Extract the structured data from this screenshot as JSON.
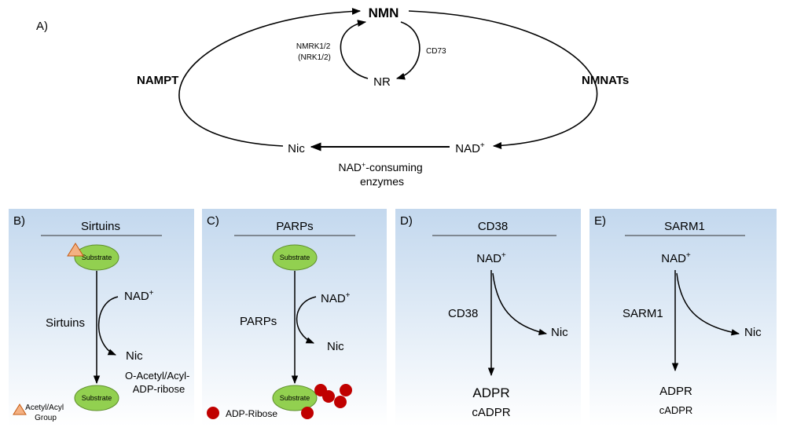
{
  "colors": {
    "panel_top": "#c3d8ee",
    "panel_bottom": "#ffffff",
    "substrate_fill": "#92d050",
    "substrate_stroke": "#5e8f2c",
    "adp_ribose": "#c00000",
    "acetyl": "#f4b183"
  },
  "top": {
    "label": "A)",
    "nmn": "NMN",
    "nr": "NR",
    "nic": "Nic",
    "nad_base": "NAD",
    "nad_sup": "+",
    "nampt": "NAMPT",
    "nmnats": "NMNATs",
    "nmrk_line1": "NMRK1/2",
    "nmrk_line2": "(NRK1/2)",
    "cd73": "CD73",
    "consuming_base": "NAD",
    "consuming_sup": "+",
    "consuming_rest": "-consuming",
    "consuming_line2": "enzymes"
  },
  "panel_b": {
    "label": "B)",
    "title": "Sirtuins",
    "substrate": "Substrate",
    "nad_base": "NAD",
    "nad_sup": "+",
    "enzyme": "Sirtuins",
    "nic": "Nic",
    "product_line1": "O-Acetyl/Acyl-",
    "product_line2": "ADP-ribose",
    "legend_line1": "Acetyl/Acyl",
    "legend_line2": "Group"
  },
  "panel_c": {
    "label": "C)",
    "title": "PARPs",
    "substrate": "Substrate",
    "nad_base": "NAD",
    "nad_sup": "+",
    "enzyme": "PARPs",
    "nic": "Nic",
    "legend": "ADP-Ribose"
  },
  "panel_d": {
    "label": "D)",
    "title": "CD38",
    "nad_base": "NAD",
    "nad_sup": "+",
    "enzyme": "CD38",
    "nic": "Nic",
    "product1": "ADPR",
    "product2": "cADPR"
  },
  "panel_e": {
    "label": "E)",
    "title": "SARM1",
    "nad_base": "NAD",
    "nad_sup": "+",
    "enzyme": "SARM1",
    "nic": "Nic",
    "product1": "ADPR",
    "product2": "cADPR"
  }
}
